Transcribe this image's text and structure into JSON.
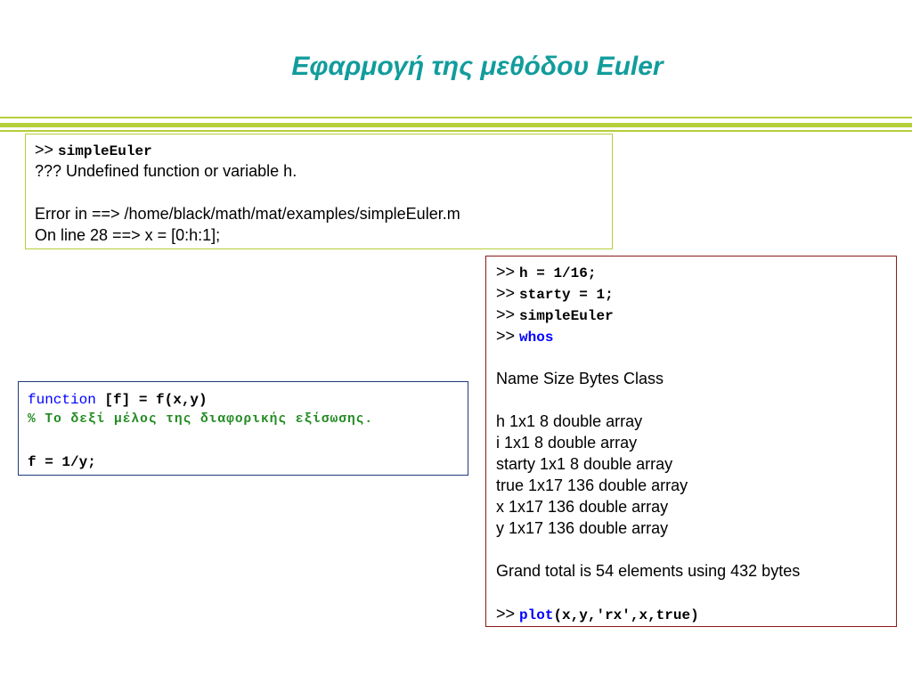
{
  "colors": {
    "title": "#129c9c",
    "rule": "#b5cf3a",
    "box1_border": "#b5cf3a",
    "box2_border": "#8b1a1a",
    "box3_border": "#1f3a7a",
    "keyword": "#0000ff",
    "comment": "#228b22"
  },
  "title": "Εφαρμογή της μεθόδου Euler",
  "box1": {
    "prompt": ">>",
    "command": "simpleEuler",
    "error_line": "??? Undefined function or variable h.",
    "error_in": "Error in ==> /home/black/math/mat/examples/simpleEuler.m",
    "on_line": "On line 28 ==> x = [0:h:1];"
  },
  "box2": {
    "prompt": ">>",
    "cmd_h": "h = 1/16;",
    "cmd_starty": "starty = 1;",
    "cmd_simple": "simpleEuler",
    "cmd_whos": "whos",
    "header": "Name Size Bytes Class",
    "rows": [
      "h 1x1 8 double array",
      "i 1x1 8 double array",
      "starty 1x1 8 double array",
      "true 1x17 136 double array",
      "x 1x17 136 double array",
      "y 1x17 136 double array"
    ],
    "total": "Grand total is 54 elements using 432 bytes",
    "plot_kw": "plot",
    "plot_args": "(x,y,'rx',x,true)"
  },
  "box3": {
    "keyword": "function",
    "signature": " [f] = f(x,y)",
    "comment": "% Το δεξί μέλος της διαφορικής εξίσωσης.",
    "body": "f = 1/y;"
  }
}
